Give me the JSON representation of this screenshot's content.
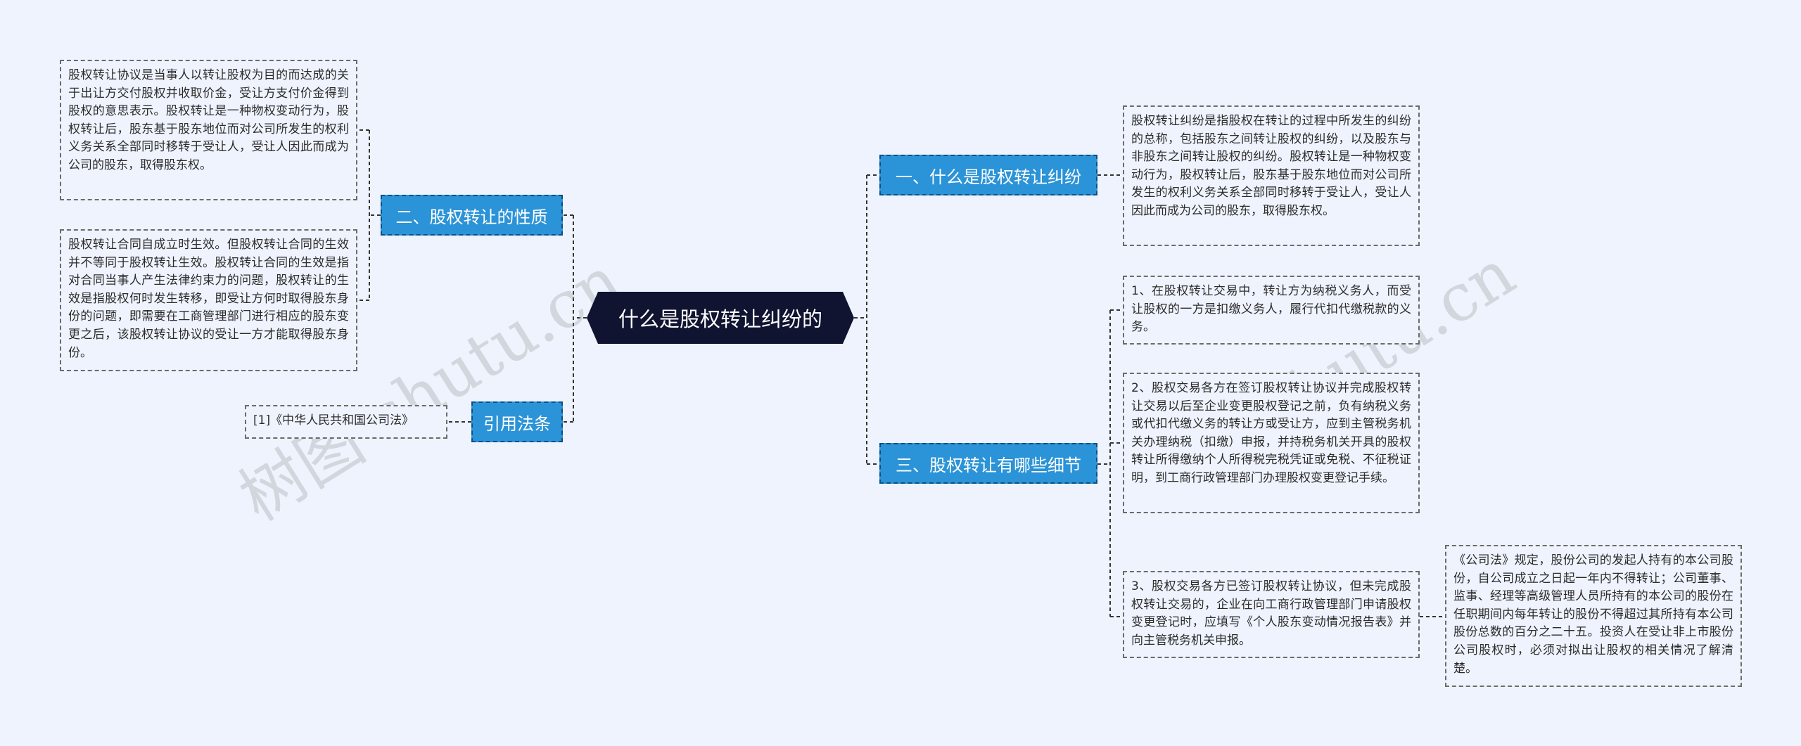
{
  "root": {
    "label": "什么是股权转让纠纷的"
  },
  "branches": {
    "b1": {
      "label": "一、什么是股权转让纠纷"
    },
    "b2": {
      "label": "二、股权转让的性质"
    },
    "b3": {
      "label": "三、股权转让有哪些细节"
    },
    "b4": {
      "label": "引用法条"
    }
  },
  "leaves": {
    "l1": {
      "text": "股权转让纠纷是指股权在转让的过程中所发生的纠纷的总称，包括股东之间转让股权的纠纷，以及股东与非股东之间转让股权的纠纷。股权转让是一种物权变动行为，股权转让后，股东基于股东地位而对公司所发生的权利义务关系全部同时移转于受让人，受让人因此而成为公司的股东，取得股东权。"
    },
    "l2": {
      "text": "股权转让协议是当事人以转让股权为目的而达成的关于出让方交付股权并收取价金，受让方支付价金得到股权的意思表示。股权转让是一种物权变动行为，股权转让后，股东基于股东地位而对公司所发生的权利义务关系全部同时移转于受让人，受让人因此而成为公司的股东，取得股东权。"
    },
    "l3": {
      "text": "股权转让合同自成立时生效。但股权转让合同的生效并不等同于股权转让生效。股权转让合同的生效是指对合同当事人产生法律约束力的问题，股权转让的生效是指股权何时发生转移，即受让方何时取得股东身份的问题，即需要在工商管理部门进行相应的股东变更之后，该股权转让协议的受让一方才能取得股东身份。"
    },
    "l4": {
      "text": "1、在股权转让交易中，转让方为纳税义务人，而受让股权的一方是扣缴义务人，履行代扣代缴税款的义务。"
    },
    "l5": {
      "text": "2、股权交易各方在签订股权转让协议并完成股权转让交易以后至企业变更股权登记之前，负有纳税义务或代扣代缴义务的转让方或受让方，应到主管税务机关办理纳税（扣缴）申报，并持税务机关开具的股权转让所得缴纳个人所得税完税凭证或免税、不征税证明，到工商行政管理部门办理股权变更登记手续。"
    },
    "l6": {
      "text": "3、股权交易各方已签订股权转让协议，但未完成股权转让交易的，企业在向工商行政管理部门申请股权变更登记时，应填写《个人股东变动情况报告表》并向主管税务机关申报。"
    },
    "l7": {
      "text": "《公司法》规定，股份公司的发起人持有的本公司股份，自公司成立之日起一年内不得转让；公司董事、监事、经理等高级管理人员所持有的本公司的股份在任职期间内每年转让的股份不得超过其所持有本公司股份总数的百分之二十五。投资人在受让非上市股份公司股权时，必须对拟出让股权的相关情况了解清楚。"
    },
    "l8": {
      "text": "[1]《中华人民共和国公司法》"
    }
  },
  "watermarks": [
    "树图 shutu.cn",
    "树图 shutu.cn"
  ],
  "colors": {
    "background": "#eef3fd",
    "root": "#101431",
    "branch": "#2b93d7",
    "connector": "#333333"
  }
}
